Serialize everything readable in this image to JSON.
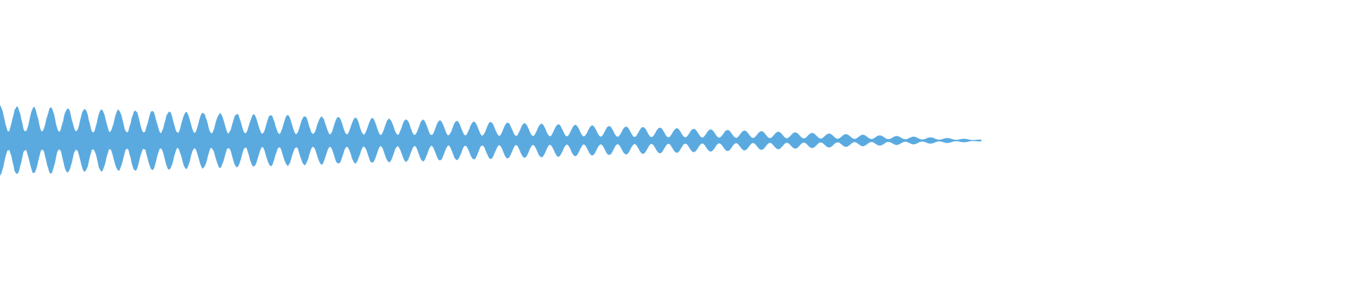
{
  "waveform": {
    "color": "#5aaae0",
    "background": "#ffffff",
    "pulse_count": 58,
    "decay": "exponential",
    "tail_end_fraction": 0.727
  }
}
